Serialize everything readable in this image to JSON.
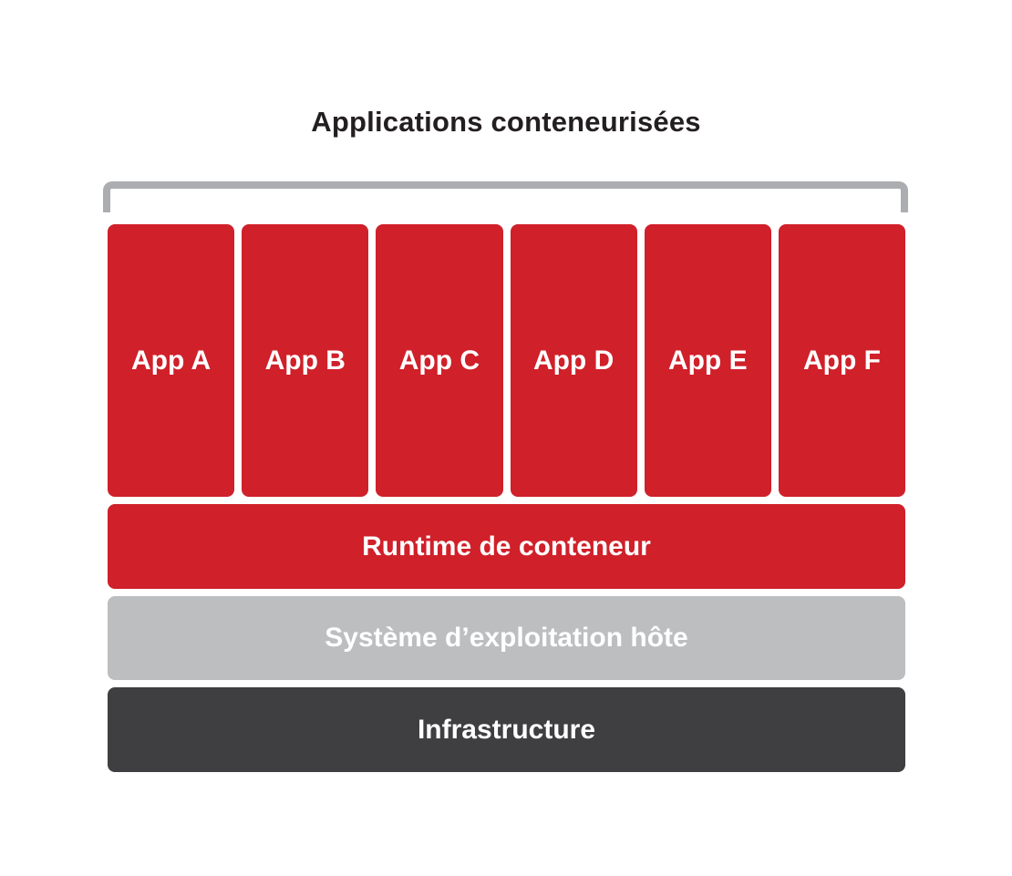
{
  "title": "Applications conteneurisées",
  "apps": [
    {
      "label": "App A"
    },
    {
      "label": "App B"
    },
    {
      "label": "App C"
    },
    {
      "label": "App D"
    },
    {
      "label": "App E"
    },
    {
      "label": "App F"
    }
  ],
  "layers": {
    "runtime": {
      "label": "Runtime de conteneur"
    },
    "host_os": {
      "label": "Système d’exploitation hôte"
    },
    "infrastructure": {
      "label": "Infrastructure"
    }
  },
  "colors": {
    "red": "#d0202a",
    "gray": "#bcbec0",
    "dark": "#3f3f42",
    "bracket": "#abadb0",
    "title": "#231f20",
    "text_on_blocks": "#ffffff",
    "background": "#ffffff"
  }
}
